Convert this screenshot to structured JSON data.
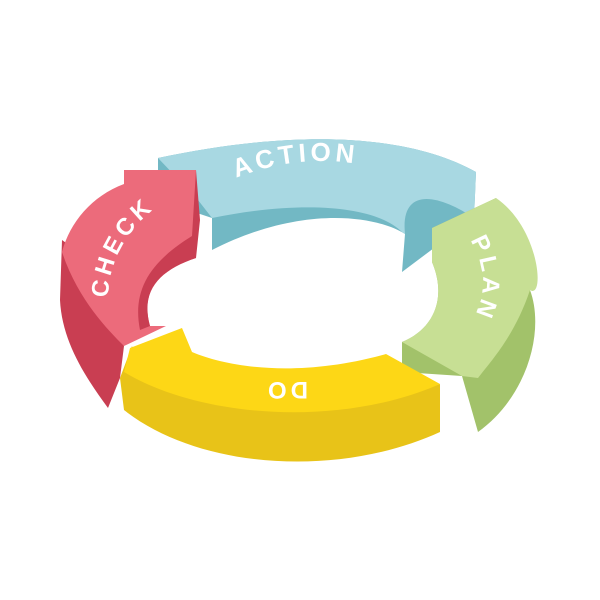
{
  "diagram": {
    "labels": {
      "action": "ACTION",
      "plan": "PLAN",
      "do": "DO",
      "check": "CHECK"
    },
    "colors": {
      "action_top": "#a8d8e2",
      "action_side": "#72b8c4",
      "plan_top": "#c7df94",
      "plan_side": "#a2c26a",
      "do_top": "#fdd716",
      "do_side": "#e8c318",
      "check_top": "#ec6b7b",
      "check_side": "#c93e52",
      "label": "#ffffff"
    }
  }
}
